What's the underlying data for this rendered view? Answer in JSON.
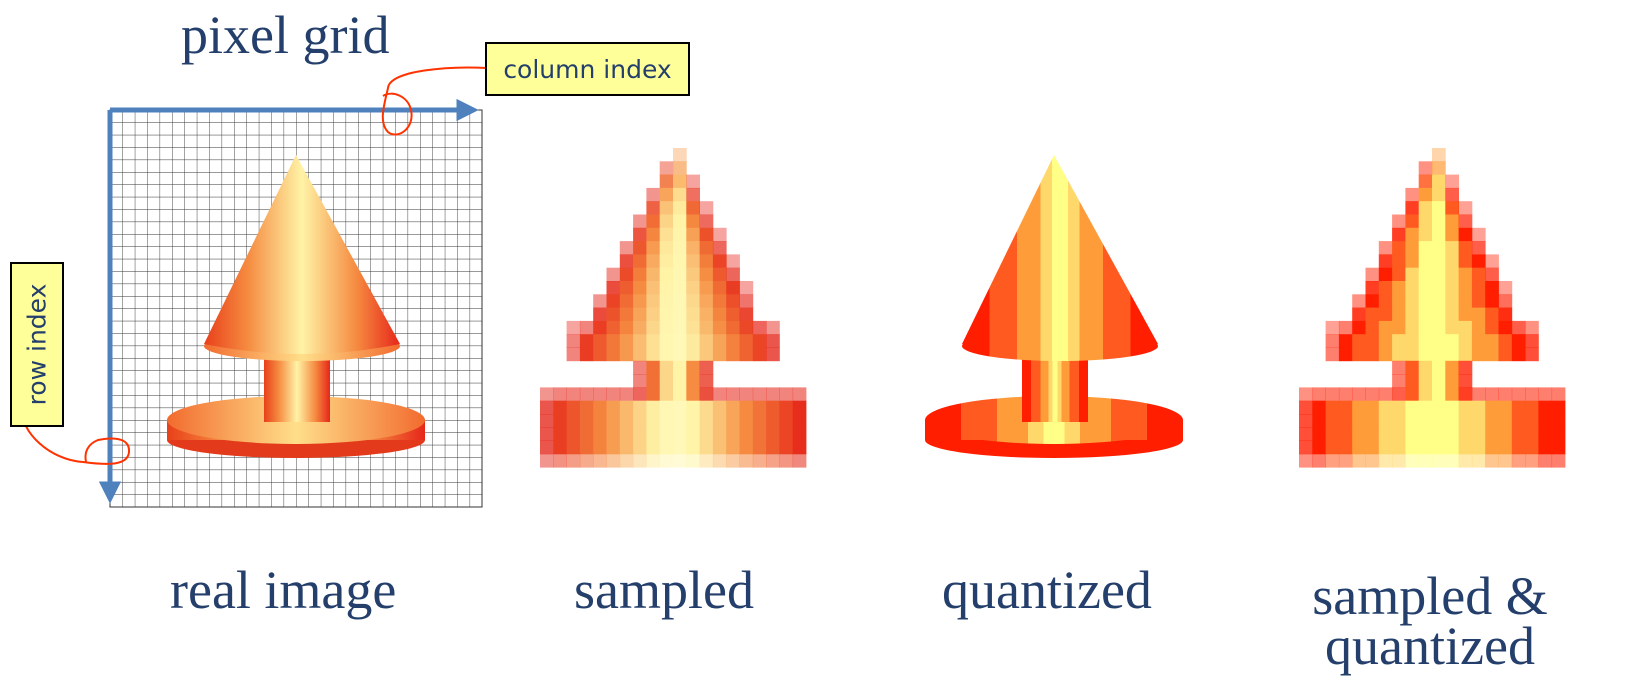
{
  "title": "pixel grid",
  "callouts": {
    "column": "column index",
    "row": "row index"
  },
  "panels": [
    {
      "caption": "real image"
    },
    {
      "caption": "sampled"
    },
    {
      "caption": "quantized"
    },
    {
      "caption_line1": "sampled &",
      "caption_line2": "quantized"
    }
  ],
  "colors": {
    "text": "#243f6b",
    "axis": "#4f81bd",
    "annotation": "#ff3300",
    "callout_fill": "#ffff99"
  }
}
